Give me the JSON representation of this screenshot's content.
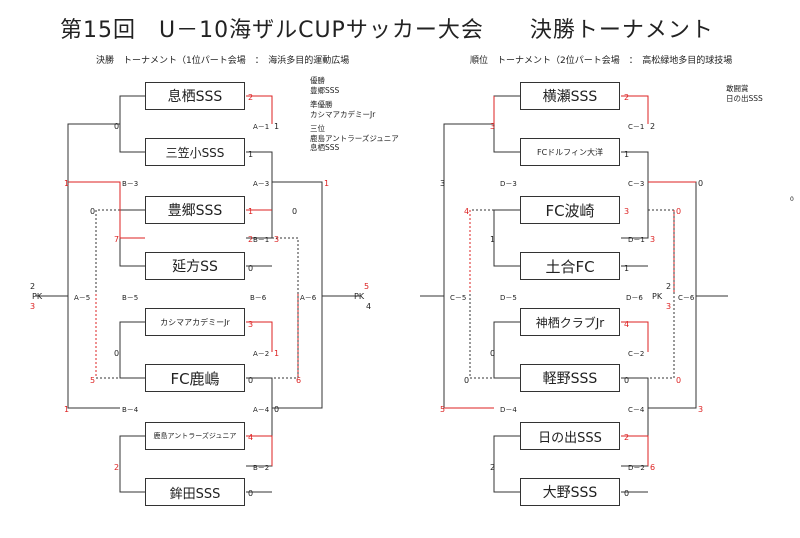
{
  "title": "第15回　U－10海ザルCUPサッカー大会　　決勝トーナメント",
  "left": {
    "subtitle": "決勝　トーナメント（1位パート会場　：　海浜多目的運動広場",
    "teams": [
      "息栖SSS",
      "三笠小SSS",
      "豊郷SSS",
      "延方SS",
      "カシマアカデミーJr",
      "FC鹿嶋",
      "鹿島アントラーズジュニア",
      "鉾田SSS"
    ],
    "matches": [
      "A－1",
      "A－2",
      "A－3",
      "A－4",
      "A－5",
      "A－6",
      "B－1",
      "B－2",
      "B－3",
      "B－4",
      "B－5",
      "B－6"
    ],
    "scores": [
      "2",
      "1",
      "0",
      "1",
      "2",
      "0",
      "0",
      "1",
      "1",
      "7",
      "0",
      "5",
      "3",
      "0",
      "1",
      "0",
      "0",
      "6",
      "4",
      "2",
      "0",
      "1",
      "1",
      "3",
      "2",
      "PK",
      "3",
      "5",
      "PK",
      "4"
    ]
  },
  "results": {
    "champion_label": "優勝",
    "champion": "豊郷SSS",
    "runner_up_label": "準優勝",
    "runner_up": "カシマアカデミーJr",
    "third_label": "三位",
    "third_1": "鹿島アントラーズジュニア",
    "third_2": "息栖SSS"
  },
  "right": {
    "subtitle": "順位　トーナメント（2位パート会場　：　高松緑地多目的球技場",
    "teams": [
      "横瀬SSS",
      "FCドルフィン大洋",
      "FC波崎",
      "土合FC",
      "神栖クラブJr",
      "軽野SSS",
      "日の出SSS",
      "大野SSS"
    ],
    "matches": [
      "C－1",
      "C－2",
      "C－3",
      "C－4",
      "C－5",
      "C－6",
      "D－1",
      "D－2",
      "D－3",
      "D－4",
      "D－5",
      "D－6"
    ],
    "scores": [
      "2",
      "3",
      "1",
      "2",
      "3",
      "0",
      "4",
      "3",
      "0",
      "1",
      "3",
      "1",
      "0",
      "4",
      "0",
      "0",
      "0",
      "5",
      "3",
      "2",
      "0",
      "6",
      "2",
      "2",
      "PK",
      "3"
    ]
  },
  "fair_play": {
    "label": "敢闘賞",
    "team": "日の出SSS"
  },
  "edge_mark": "0"
}
